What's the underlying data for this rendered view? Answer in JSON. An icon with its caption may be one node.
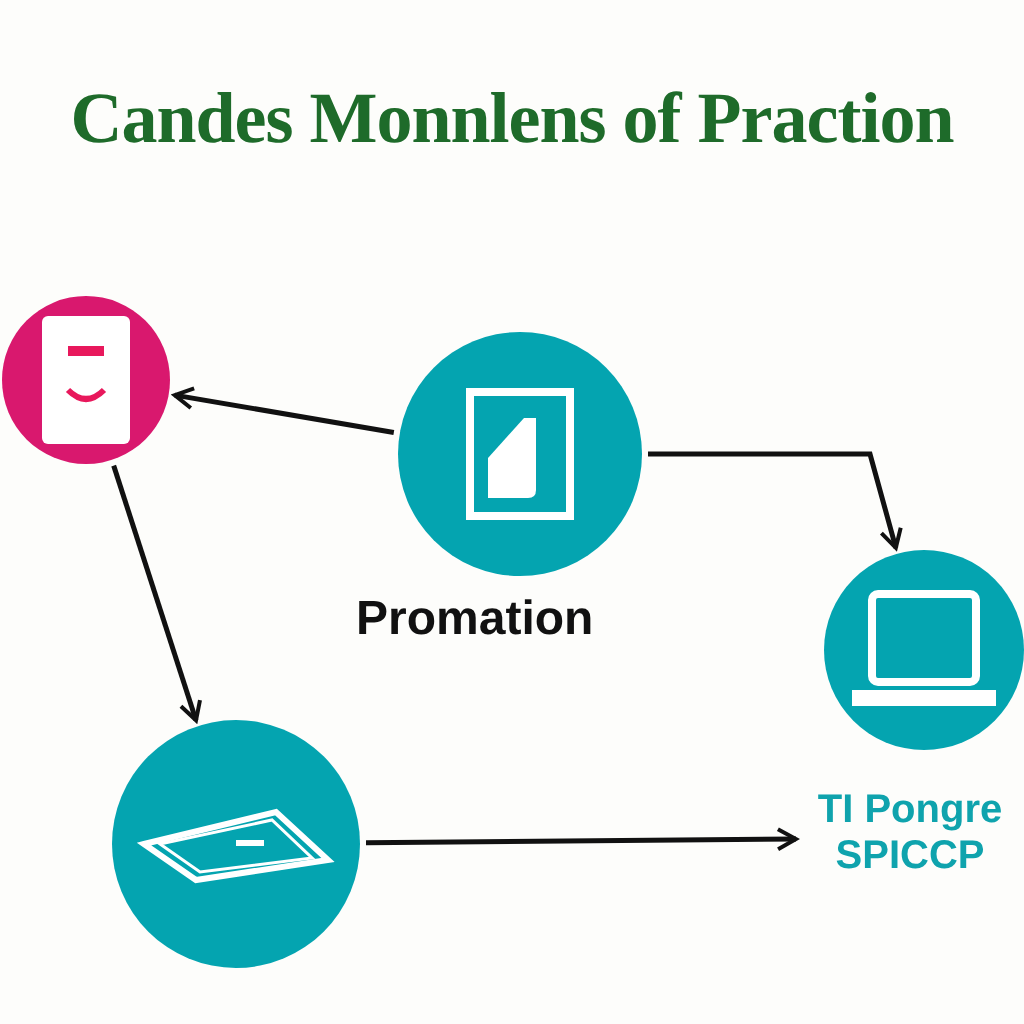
{
  "diagram": {
    "title": "Candes Monnlens of Praction",
    "nodes": [
      {
        "text": [],
        "shape": "picture"
      },
      {
        "text": [],
        "shape": "picture"
      },
      {
        "text": [],
        "shape": "picture"
      },
      {
        "text": [],
        "shape": "picture"
      },
      {
        "text": [
          "TI Pongre SPICCP"
        ]
      }
    ],
    "edges": [
      {
        "from": 1,
        "to": 0,
        "arrow": "to"
      },
      {
        "from": 1,
        "to": 2,
        "arrow": "to"
      },
      {
        "from": 0,
        "to": 3,
        "arrow": "to"
      },
      {
        "from": 3,
        "to": 4,
        "arrow": "to"
      }
    ],
    "labels": [
      "Promation"
    ]
  }
}
